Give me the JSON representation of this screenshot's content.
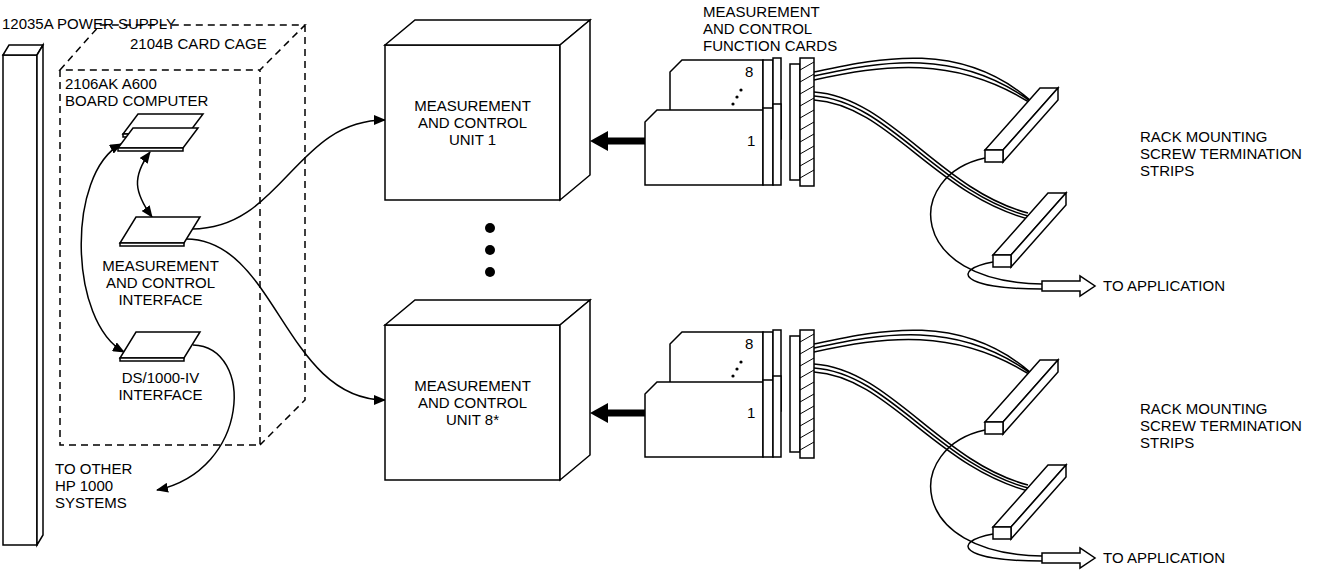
{
  "diagram": {
    "nodes": [
      {
        "text": [
          "12035A POWER SUPPLY"
        ]
      },
      {
        "text": [
          "2104B CARD CAGE"
        ]
      },
      {
        "text": [
          "2106AK A600 BOARD COMPUTER"
        ],
        "in": 1
      },
      {
        "text": [
          "MEASUREMENT AND CONTROL INTERFACE"
        ],
        "in": 1
      },
      {
        "text": [
          "DS/1000-IV INTERFACE"
        ],
        "in": 1
      },
      {
        "text": [
          "MEASUREMENT AND CONTROL UNIT 1"
        ]
      },
      {
        "text": [
          "MEASUREMENT AND CONTROL FUNCTION CARDS",
          "8",
          "1"
        ]
      },
      {
        "text": [
          "MEASUREMENT AND CONTROL UNIT 8*"
        ]
      },
      {
        "text": [
          "8",
          "1"
        ]
      }
    ],
    "edges": [
      {
        "from": 2,
        "to": 3,
        "arrow": "both"
      },
      {
        "from": 2,
        "to": 4,
        "arrow": "both"
      },
      {
        "from": 3,
        "to": 5,
        "arrow": "to"
      },
      {
        "from": 3,
        "to": 7,
        "arrow": "to"
      },
      {
        "from": 6,
        "to": 5,
        "arrow": "to"
      },
      {
        "from": 8,
        "to": 7,
        "arrow": "to"
      }
    ],
    "labels": [
      "TO OTHER HP 1000 SYSTEMS",
      "RACK MOUNTING SCREW TERMINATION STRIPS",
      "TO APPLICATION",
      "RACK MOUNTING SCREW TERMINATION STRIPS",
      "TO APPLICATION"
    ]
  }
}
